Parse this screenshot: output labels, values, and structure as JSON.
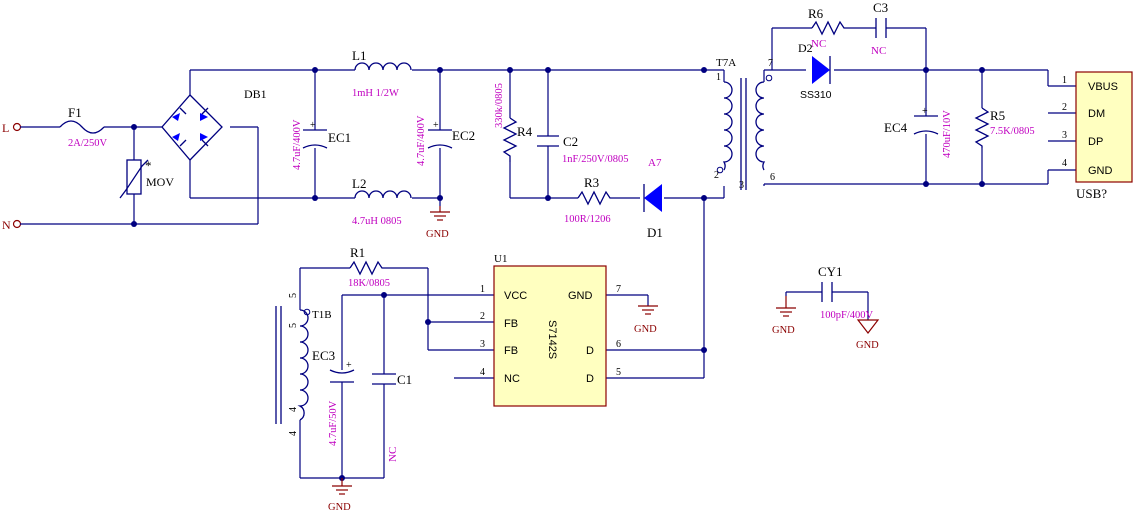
{
  "ports": {
    "line": "L",
    "neutral": "N"
  },
  "components": {
    "F1": {
      "ref": "F1",
      "value": "2A/250V"
    },
    "MOV": {
      "ref": "MOV",
      "mark": "*"
    },
    "DB1": {
      "ref": "DB1"
    },
    "L1": {
      "ref": "L1",
      "value": "1mH 1/2W"
    },
    "L2": {
      "ref": "L2",
      "value": "4.7uH 0805"
    },
    "EC1": {
      "ref": "EC1",
      "value": "4.7uF/400V"
    },
    "EC2": {
      "ref": "EC2",
      "value": "4.7uF/400V"
    },
    "R4": {
      "ref": "R4",
      "value": "330k/0805"
    },
    "C2": {
      "ref": "C2",
      "value": "1nF/250V/0805"
    },
    "R3": {
      "ref": "R3",
      "value": "100R/1206"
    },
    "D1": {
      "ref": "D1",
      "extra": "A7"
    },
    "T7A": {
      "ref": "T7A",
      "pins": [
        "1",
        "2",
        "7",
        "6"
      ],
      "pin3": "3"
    },
    "R6": {
      "ref": "R6",
      "value": "NC"
    },
    "C3": {
      "ref": "C3",
      "value": "NC"
    },
    "D2": {
      "ref": "D2",
      "value": "SS310"
    },
    "EC4": {
      "ref": "EC4",
      "value": "470uF/10V"
    },
    "R5": {
      "ref": "R5",
      "value": "7.5K/0805"
    },
    "USB": {
      "ref": "USB?",
      "pins": [
        "1",
        "2",
        "3",
        "4"
      ],
      "names": [
        "VBUS",
        "DM",
        "DP",
        "GND"
      ]
    },
    "R1": {
      "ref": "R1",
      "value": "18K/0805"
    },
    "T1B": {
      "ref": "T1B",
      "pins": [
        "5",
        "5",
        "4",
        "4"
      ]
    },
    "EC3": {
      "ref": "EC3",
      "value": "4.7uF/50V"
    },
    "C1": {
      "ref": "C1",
      "value": "NC"
    },
    "U1": {
      "ref": "U1",
      "part": "S7142S",
      "left_pins": [
        {
          "num": "1",
          "name": "VCC"
        },
        {
          "num": "2",
          "name": "FB"
        },
        {
          "num": "3",
          "name": "FB"
        },
        {
          "num": "4",
          "name": "NC"
        }
      ],
      "right_pins": [
        {
          "num": "7",
          "name": "GND"
        },
        {
          "num": "6",
          "name": "D"
        },
        {
          "num": "5",
          "name": "D"
        }
      ]
    },
    "CY1": {
      "ref": "CY1",
      "value": "100pF/400V"
    }
  },
  "gnd_label": "GND",
  "colors": {
    "wire": "#000080",
    "component_value": "#c000c0",
    "ground": "#8b0000",
    "ic_fill": "#ffffc0",
    "ic_border": "#8b0000",
    "diode_fill": "#0000ff"
  }
}
